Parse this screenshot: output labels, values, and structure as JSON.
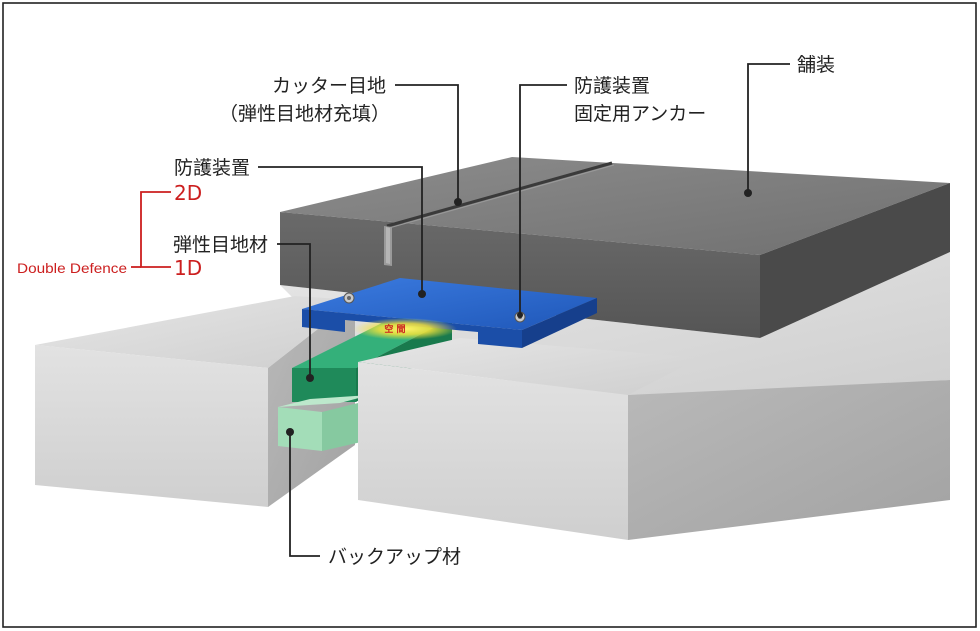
{
  "labels": {
    "pavement": "舗装",
    "cutter_joint_line1": "カッター目地",
    "cutter_joint_line2": "（弾性目地材充填）",
    "anchor_line1": "防護装置",
    "anchor_line2": "固定用アンカー",
    "protector": "防護装置",
    "elastic_sealant": "弾性目地材",
    "backup_material": "バックアップ材",
    "gap": "空 間"
  },
  "defence": {
    "name": "Double Defence",
    "level_2d": "2D",
    "level_1d": "1D"
  },
  "colors": {
    "accent_red": "#cc1f1f",
    "protector_blue": "#2463c8",
    "sealant_green": "#2a9a68",
    "backup_green": "#8fd4a8",
    "pavement_gray": "#6e6e6e",
    "concrete_gray": "#d9d9d9"
  }
}
